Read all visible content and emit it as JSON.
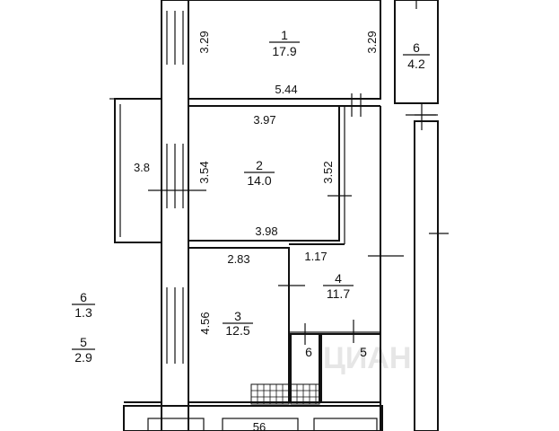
{
  "rooms": [
    {
      "number": "1",
      "area": "17.9"
    },
    {
      "number": "2",
      "area": "14.0"
    },
    {
      "number": "3",
      "area": "12.5"
    },
    {
      "number": "4",
      "area": "11.7"
    },
    {
      "number": "6",
      "area": "4.2"
    },
    {
      "number": "6",
      "area": "1.3"
    },
    {
      "number": "5",
      "area": "2.9"
    }
  ],
  "small_labels": {
    "six": "6",
    "five": "5"
  },
  "dimensions": {
    "room1_left": "3.29",
    "room1_right": "3.29",
    "room1_bottom": "5.44",
    "room2_top": "3.97",
    "room2_left": "3.54",
    "room2_right": "3.52",
    "room2_bottom": "3.98",
    "balcony": "3.8",
    "room3_top": "2.83",
    "room3_left": "4.56",
    "hall_top": "1.17",
    "bottom_partial": "56"
  }
}
